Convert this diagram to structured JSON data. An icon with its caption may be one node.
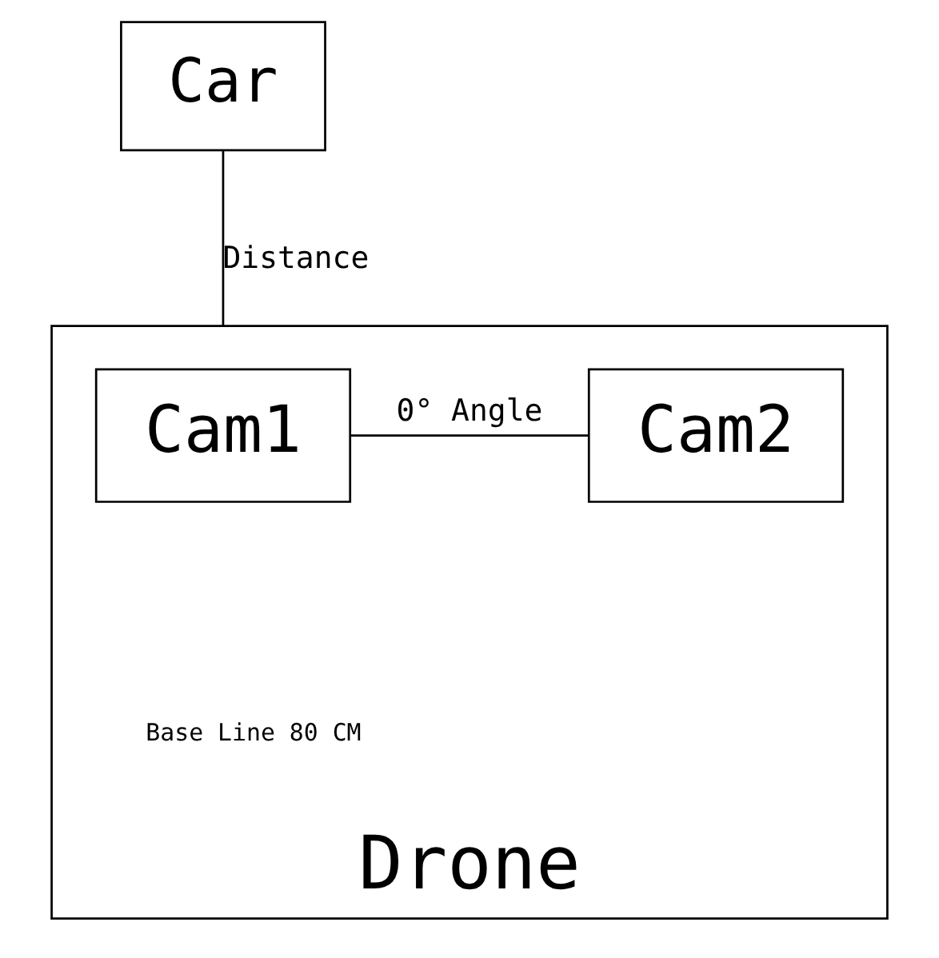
{
  "diagram": {
    "nodes": [
      {
        "text": [
          "Car"
        ]
      },
      {
        "text": [
          "Drone"
        ]
      },
      {
        "text": [
          "Cam1"
        ],
        "in": 1
      },
      {
        "text": [
          "Cam2"
        ],
        "in": 1
      }
    ],
    "edges": [
      {
        "from": 0,
        "to": 1,
        "arrow": "none",
        "label": "Distance"
      },
      {
        "from": 2,
        "to": 3,
        "arrow": "none",
        "label": "0° Angle"
      }
    ],
    "labels": [
      "Base Line 80 CM"
    ]
  }
}
